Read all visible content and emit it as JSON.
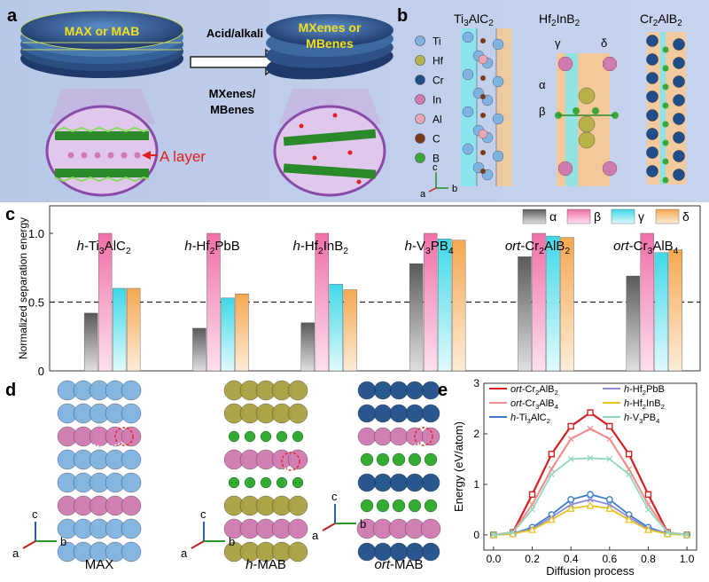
{
  "panel_a": {
    "letter": "a",
    "left_label": "MAX or MAB",
    "right_label_line1": "MXenes or",
    "right_label_line2": "MBenes",
    "arrow_label": "Acid/alkali",
    "product_line1": "MXenes/",
    "product_line2": "MBenes",
    "a_layer_label": "A layer"
  },
  "panel_b": {
    "letter": "b",
    "legend": [
      {
        "sym": "Ti",
        "color": "#7fb3e0"
      },
      {
        "sym": "Hf",
        "color": "#b8b24a"
      },
      {
        "sym": "Cr",
        "color": "#1f4e8a"
      },
      {
        "sym": "In",
        "color": "#d07ab0"
      },
      {
        "sym": "Al",
        "color": "#e8a8b8"
      },
      {
        "sym": "C",
        "color": "#7a3a1a"
      },
      {
        "sym": "B",
        "color": "#3aa83a"
      }
    ],
    "structures": [
      "Ti3AlC2",
      "Hf2InB2",
      "Cr2AlB2"
    ],
    "greek": {
      "alpha": "α",
      "beta": "β",
      "gamma": "γ",
      "delta": "δ"
    },
    "axes": {
      "a": "a",
      "b": "b",
      "c": "c"
    }
  },
  "panel_d": {
    "letter": "d",
    "labels": [
      "MAX",
      "h-MAB",
      "ort-MAB"
    ],
    "axes": {
      "a": "a",
      "b": "b",
      "c": "c"
    }
  },
  "chart_data": [
    {
      "type": "bar",
      "panel": "c",
      "ylabel": "Normalized separation energy",
      "ylim": [
        0,
        1.2
      ],
      "yticks": [
        0,
        0.5,
        1.0
      ],
      "ytick_labels": [
        "0",
        "0.5",
        "1.0"
      ],
      "reference_line": 0.5,
      "categories": [
        "h-Ti3AlC2",
        "h-Hf2PbB",
        "h-Hf2InB2",
        "h-V3PB4",
        "ort-Cr2AlB2",
        "ort-Cr3AlB4"
      ],
      "series": [
        {
          "name": "α",
          "color": "#7f7f7f",
          "values": [
            0.42,
            0.31,
            0.35,
            0.78,
            0.83,
            0.69
          ]
        },
        {
          "name": "β",
          "color": "#f08cb4",
          "values": [
            1.0,
            1.0,
            1.0,
            1.0,
            1.0,
            1.0
          ]
        },
        {
          "name": "γ",
          "color": "#6fe0e8",
          "values": [
            0.6,
            0.53,
            0.63,
            0.96,
            0.98,
            0.86
          ]
        },
        {
          "name": "δ",
          "color": "#f7b870",
          "values": [
            0.6,
            0.56,
            0.59,
            0.95,
            0.97,
            0.88
          ]
        }
      ],
      "legend_position": "top-right"
    },
    {
      "type": "line",
      "panel": "e",
      "xlabel": "Diffusion process",
      "ylabel": "Energy (eV/atom)",
      "xlim": [
        -0.05,
        1.05
      ],
      "ylim": [
        -0.3,
        3.0
      ],
      "xticks": [
        0.0,
        0.2,
        0.4,
        0.6,
        0.8,
        1.0
      ],
      "yticks": [
        0,
        1,
        2,
        3
      ],
      "x": [
        0.0,
        0.1,
        0.2,
        0.3,
        0.4,
        0.5,
        0.6,
        0.7,
        0.8,
        0.9,
        1.0
      ],
      "series": [
        {
          "name": "ort-Cr2AlB2",
          "color": "#d62020",
          "marker": "square",
          "values": [
            0.0,
            0.05,
            0.8,
            1.6,
            2.15,
            2.42,
            2.15,
            1.6,
            0.8,
            0.05,
            0.0
          ]
        },
        {
          "name": "ort-Cr3AlB4",
          "color": "#f09090",
          "marker": "x",
          "values": [
            0.0,
            0.05,
            0.6,
            1.3,
            1.9,
            2.1,
            1.9,
            1.3,
            0.6,
            0.05,
            0.0
          ]
        },
        {
          "name": "h-Ti3AlC2",
          "color": "#3a7fc8",
          "marker": "circle",
          "values": [
            0.0,
            0.02,
            0.15,
            0.4,
            0.7,
            0.8,
            0.7,
            0.4,
            0.15,
            0.02,
            0.0
          ]
        },
        {
          "name": "h-Hf2PbB",
          "color": "#8a8ae0",
          "marker": "x",
          "values": [
            0.0,
            0.02,
            0.12,
            0.35,
            0.6,
            0.7,
            0.6,
            0.35,
            0.12,
            0.02,
            0.0
          ]
        },
        {
          "name": "h-Hf2InB2",
          "color": "#e8c020",
          "marker": "triangle",
          "values": [
            0.0,
            0.02,
            0.1,
            0.3,
            0.52,
            0.58,
            0.52,
            0.3,
            0.1,
            0.02,
            0.0
          ]
        },
        {
          "name": "h-V3PB4",
          "color": "#8fd8c0",
          "marker": "x",
          "values": [
            0.0,
            0.05,
            0.5,
            1.2,
            1.5,
            1.52,
            1.5,
            1.2,
            0.5,
            0.05,
            0.0
          ]
        }
      ],
      "legend_position": "top"
    }
  ]
}
